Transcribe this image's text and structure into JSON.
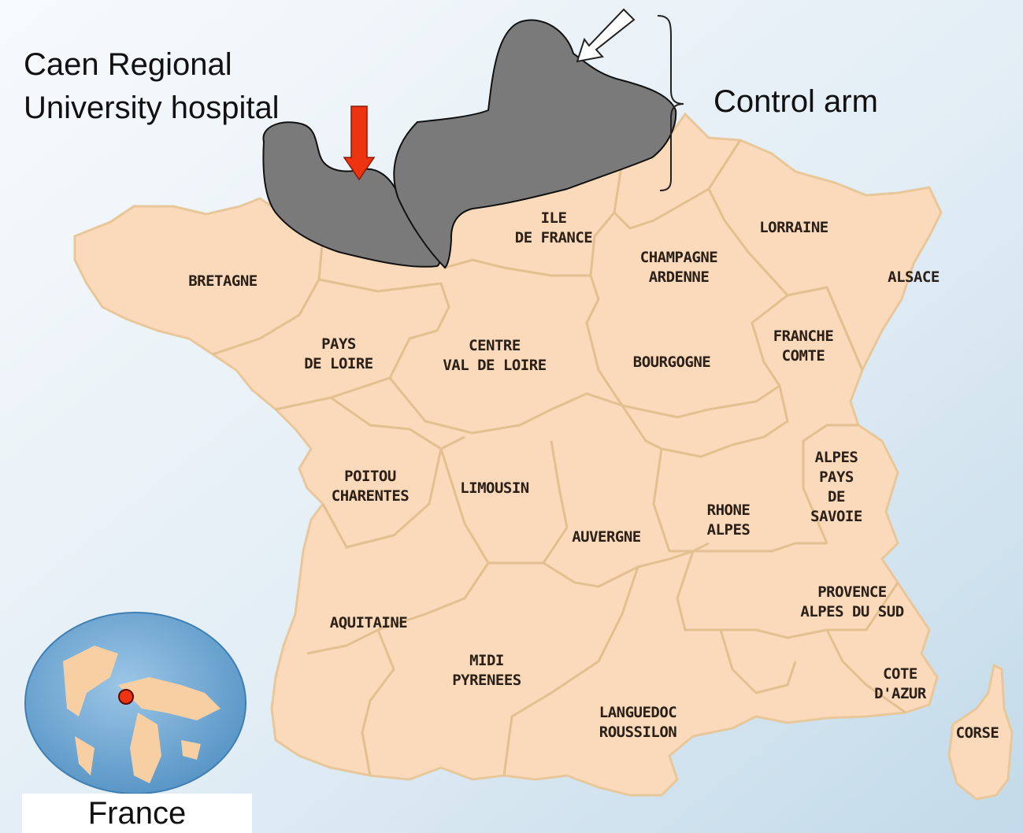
{
  "annotations": {
    "hospital_line1": "Caen Regional",
    "hospital_line2": "University hospital",
    "control_arm": "Control arm",
    "country": "France"
  },
  "regions": [
    {
      "id": "ile-de-france",
      "lines": [
        "ILE",
        "DE FRANCE"
      ]
    },
    {
      "id": "lorraine",
      "lines": [
        "LORRAINE"
      ]
    },
    {
      "id": "champagne-ardenne",
      "lines": [
        "CHAMPAGNE",
        "ARDENNE"
      ]
    },
    {
      "id": "alsace",
      "lines": [
        "ALSACE"
      ]
    },
    {
      "id": "bretagne",
      "lines": [
        "BRETAGNE"
      ]
    },
    {
      "id": "pays-de-loire",
      "lines": [
        "PAYS",
        "DE LOIRE"
      ]
    },
    {
      "id": "centre-val-de-loire",
      "lines": [
        "CENTRE",
        "VAL DE LOIRE"
      ]
    },
    {
      "id": "bourgogne",
      "lines": [
        "BOURGOGNE"
      ]
    },
    {
      "id": "franche-comte",
      "lines": [
        "FRANCHE",
        "COMTE"
      ]
    },
    {
      "id": "poitou-charentes",
      "lines": [
        "POITOU",
        "CHARENTES"
      ]
    },
    {
      "id": "limousin",
      "lines": [
        "LIMOUSIN"
      ]
    },
    {
      "id": "alpes-pays-de-savoie",
      "lines": [
        "ALPES",
        "PAYS",
        "DE",
        "SAVOIE"
      ]
    },
    {
      "id": "rhone-alpes",
      "lines": [
        "RHONE",
        "ALPES"
      ]
    },
    {
      "id": "auvergne",
      "lines": [
        "AUVERGNE"
      ]
    },
    {
      "id": "provence-alpes-du-sud",
      "lines": [
        "PROVENCE",
        "ALPES DU SUD"
      ]
    },
    {
      "id": "aquitaine",
      "lines": [
        "AQUITAINE"
      ]
    },
    {
      "id": "midi-pyrenees",
      "lines": [
        "MIDI",
        "PYRENEES"
      ]
    },
    {
      "id": "cote-d-azur",
      "lines": [
        "COTE",
        "D'AZUR"
      ]
    },
    {
      "id": "languedoc-roussilon",
      "lines": [
        "LANGUEDOC",
        "ROUSSILON"
      ]
    },
    {
      "id": "corse",
      "lines": [
        "CORSE"
      ]
    }
  ],
  "colors": {
    "land": "#fbd9bb",
    "border": "#e2c08f",
    "sea_light": "#f2f7fb",
    "sea_dark": "#bcd6e8",
    "shaded_area": "#7a7a7a",
    "hospital_arrow": "#ee3311",
    "location_dot": "#ee3311",
    "globe_sea": "#6fa8d6",
    "globe_land": "#f7cfa3"
  }
}
